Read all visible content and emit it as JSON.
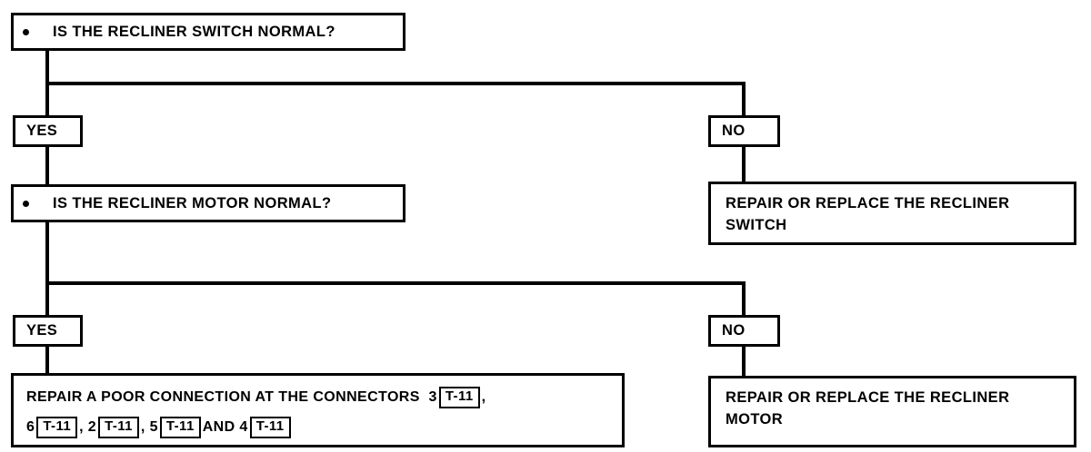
{
  "diagram": {
    "title": "Recliner switch / motor troubleshooting flowchart",
    "type": "flowchart",
    "line_color": "#000000",
    "background_color": "#ffffff"
  },
  "nodes": {
    "q1": {
      "label": "IS THE RECLINER SWITCH NORMAL?",
      "bullet": "bullet-dot"
    },
    "q1_yes": {
      "label": "YES"
    },
    "q1_no": {
      "label": "NO"
    },
    "q1_no_action": {
      "line1": "REPAIR OR REPLACE THE RECLINER",
      "line2": "SWITCH"
    },
    "q2": {
      "label": "IS THE RECLINER MOTOR NORMAL?",
      "bullet": "bullet-dot"
    },
    "q2_yes": {
      "label": "YES"
    },
    "q2_no": {
      "label": "NO"
    },
    "q2_no_action": {
      "line1": "REPAIR OR REPLACE THE RECLINER",
      "line2": "MOTOR"
    },
    "q2_yes_action": {
      "line1": {
        "text": "REPAIR A POOR CONNECTION AT THE CONNECTORS  3",
        "tag": "T-11",
        "trailing": ","
      },
      "line2": {
        "n1": "6",
        "tag1": "T-11",
        "sep1": ", 2",
        "tag2": "T-11",
        "sep2": ", 5",
        "tag3": "T-11",
        "sep3": "AND 4",
        "tag4": "T-11"
      }
    }
  }
}
